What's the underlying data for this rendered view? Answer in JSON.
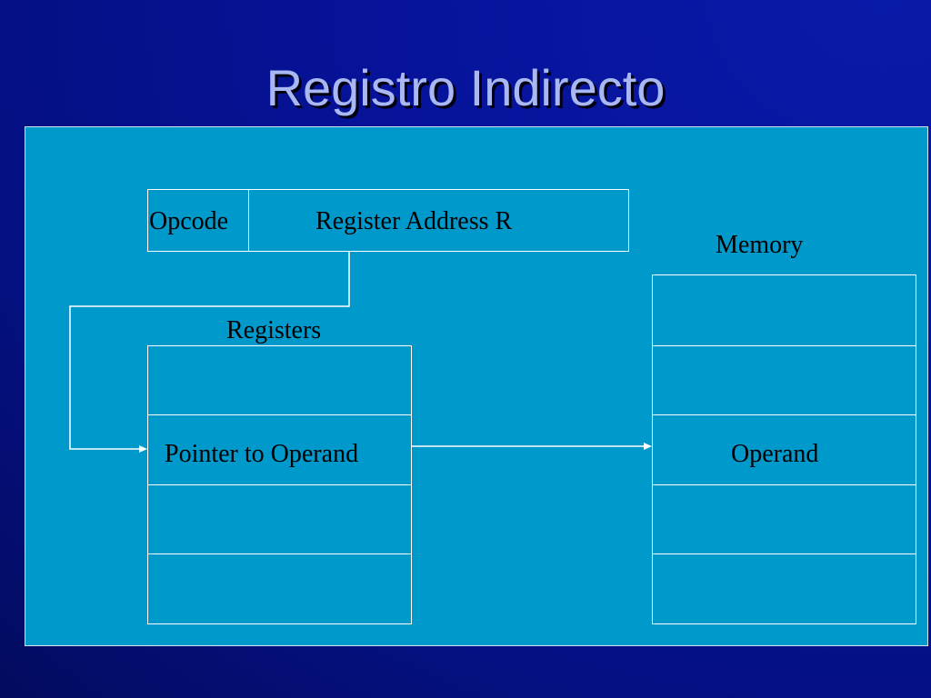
{
  "title": "Registro Indirecto",
  "instruction": {
    "opcode": "Opcode",
    "address": "Register Address R"
  },
  "registers": {
    "label": "Registers",
    "cells": [
      "",
      "Pointer to Operand",
      "",
      ""
    ]
  },
  "memory": {
    "label": "Memory",
    "cells": [
      "",
      "",
      "Operand",
      "",
      ""
    ]
  },
  "colors": {
    "background": "#06139a",
    "panel": "#0099cc",
    "title": "#a9b8f2",
    "lines": "#ffffff"
  }
}
